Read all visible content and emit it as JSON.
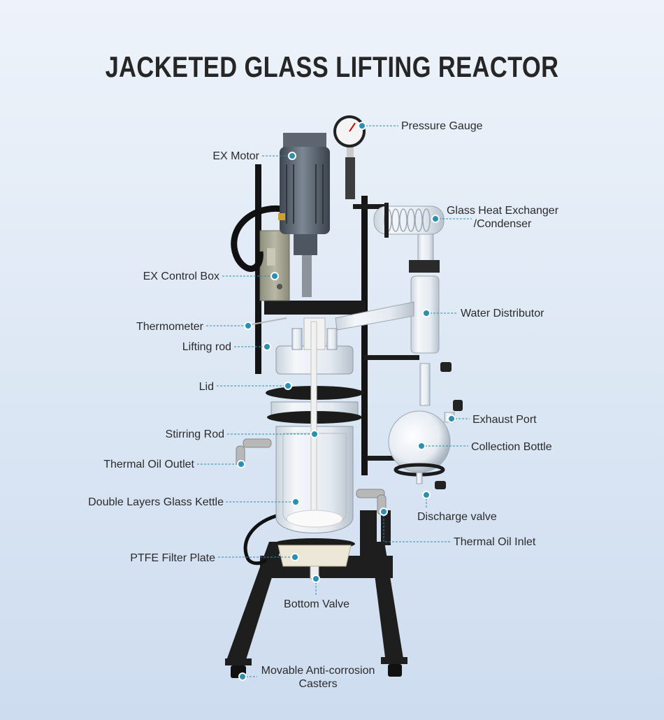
{
  "title": "JACKETED GLASS LIFTING REACTOR",
  "accent_color": "#2a8fb2",
  "labels": {
    "pressure_gauge": "Pressure Gauge",
    "ex_motor": "EX Motor",
    "glass_heat_exchanger": "Glass Heat Exchanger\n/Condenser",
    "ex_control_box": "EX Control Box",
    "water_distributor": "Water Distributor",
    "thermometer": "Thermometer",
    "lifting_rod": "Lifting rod",
    "lid": "Lid",
    "exhaust_port": "Exhaust Port",
    "stirring_rod": "Stirring Rod",
    "collection_bottle": "Collection Bottle",
    "thermal_oil_outlet": "Thermal Oil Outlet",
    "double_layers_glass_kettle": "Double Layers Glass Kettle",
    "discharge_valve": "Discharge valve",
    "thermal_oil_inlet": "Thermal Oil Inlet",
    "ptfe_filter_plate": "PTFE Filter Plate",
    "bottom_valve": "Bottom Valve",
    "movable_casters": "Movable Anti-corrosion\nCasters"
  }
}
